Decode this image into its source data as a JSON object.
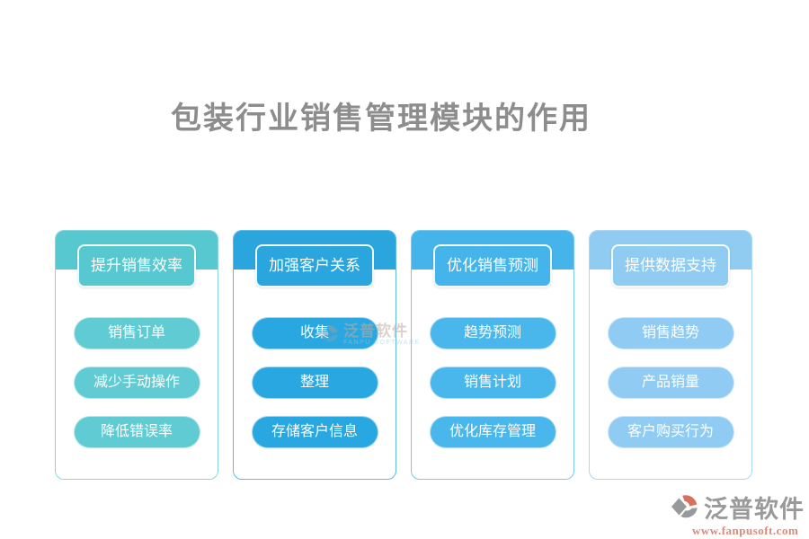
{
  "page": {
    "title": "包装行业销售管理模块的作用",
    "title_color": "#8d8d8d",
    "background": "#ffffff"
  },
  "columns": [
    {
      "header": "提升销售效率",
      "items": [
        "销售订单",
        "减少手动操作",
        "降低错误率"
      ],
      "colors": {
        "band": "#57c8d0",
        "item": "#60cbd3",
        "border": "#87d8de"
      }
    },
    {
      "header": "加强客户关系",
      "items": [
        "收集",
        "整理",
        "存储客户信息"
      ],
      "colors": {
        "band": "#2ba5de",
        "item": "#29a7e0",
        "border": "#5bbce8"
      }
    },
    {
      "header": "优化销售预测",
      "items": [
        "趋势预测",
        "销售计划",
        "优化库存管理"
      ],
      "colors": {
        "band": "#45b4ea",
        "item": "#49b7eb",
        "border": "#77c8f0"
      }
    },
    {
      "header": "提供数据支持",
      "items": [
        "销售趋势",
        "产品销量",
        "客户购买行为"
      ],
      "colors": {
        "band": "#90cbf2",
        "item": "#8fcbf2",
        "border": "#acd8f6"
      }
    }
  ],
  "watermark": {
    "brand": "泛普软件",
    "sub": "FANPU SOFTWARE"
  },
  "signature": {
    "brand": "泛普软件",
    "url": "www.fanpusoft.com",
    "brand_color": "#9a9a9a",
    "url_color": "#dd8a78",
    "logo_gray": "#97999b",
    "logo_orange": "#d9705c"
  }
}
